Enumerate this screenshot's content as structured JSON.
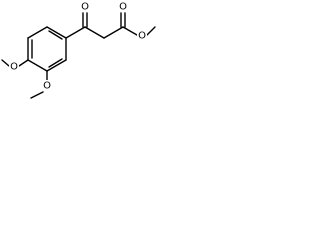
{
  "molecule": {
    "atoms": {
      "ketone_oxygen": "O",
      "ester_carbonyl_oxygen": "O",
      "ester_single_oxygen": "O",
      "methoxy_top_oxygen": "O",
      "methoxy_bottom_oxygen": "O"
    },
    "colors": {
      "bond": "#000000",
      "label": "#000000",
      "background": "#ffffff"
    }
  }
}
